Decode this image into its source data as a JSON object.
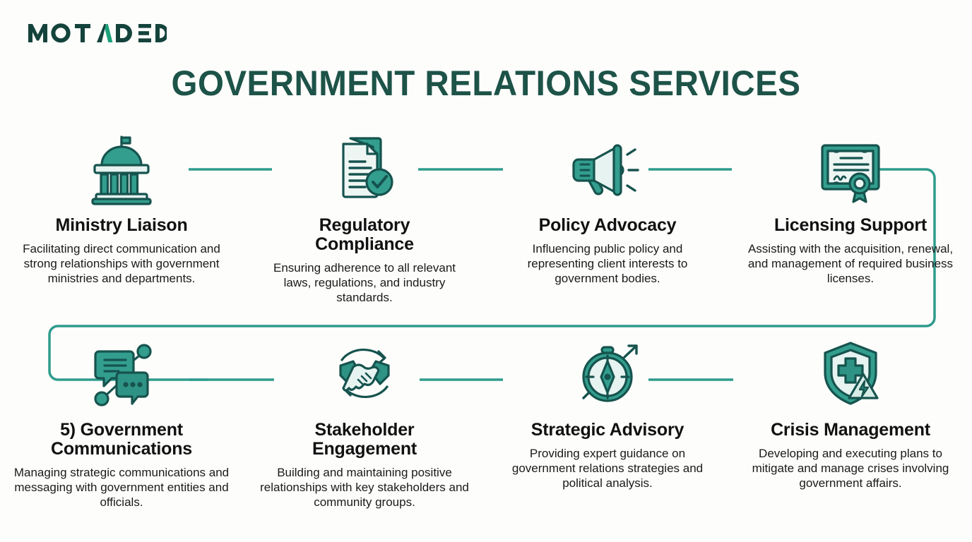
{
  "brand": {
    "logo_text": "MOTADED",
    "logo_color_dark": "#14433c",
    "logo_color_accent": "#1aa179"
  },
  "header": {
    "title": "GOVERNMENT RELATIONS SERVICES",
    "title_color": "#1d5348"
  },
  "theme": {
    "background": "#fdfdfb",
    "connector_color": "#2e9b8d",
    "icon_teal": "#339e8e",
    "icon_dark": "#16534e",
    "icon_light": "#e6f3f0",
    "title_text": "#111111",
    "body_text": "#1a1a1a"
  },
  "services": [
    {
      "icon": "government-building-icon",
      "title": "Ministry Liaison",
      "description": "Facilitating direct communication and strong relationships with government ministries and departments."
    },
    {
      "icon": "document-check-icon",
      "title": "Regulatory Compliance",
      "description": "Ensuring adherence to all relevant laws, regulations, and industry standards."
    },
    {
      "icon": "megaphone-icon",
      "title": "Policy Advocacy",
      "description": "Influencing public policy and representing client interests to government bodies."
    },
    {
      "icon": "certificate-icon",
      "title": "Licensing Support",
      "description": "Assisting with the acquisition, renewal, and management of required business licenses."
    },
    {
      "icon": "speech-bubbles-network-icon",
      "title": "5) Government Communications",
      "description": "Managing strategic communications and messaging with government entities and officials."
    },
    {
      "icon": "handshake-cycle-icon",
      "title": "Stakeholder Engagement",
      "description": "Building and maintaining positive relationships with key stakeholders and community groups."
    },
    {
      "icon": "compass-icon",
      "title": "Strategic Advisory",
      "description": "Providing expert guidance on government relations strategies and political analysis."
    },
    {
      "icon": "shield-crisis-icon",
      "title": "Crisis Management",
      "description": "Developing and executing plans to mitigate and manage crises involving government affairs."
    }
  ]
}
